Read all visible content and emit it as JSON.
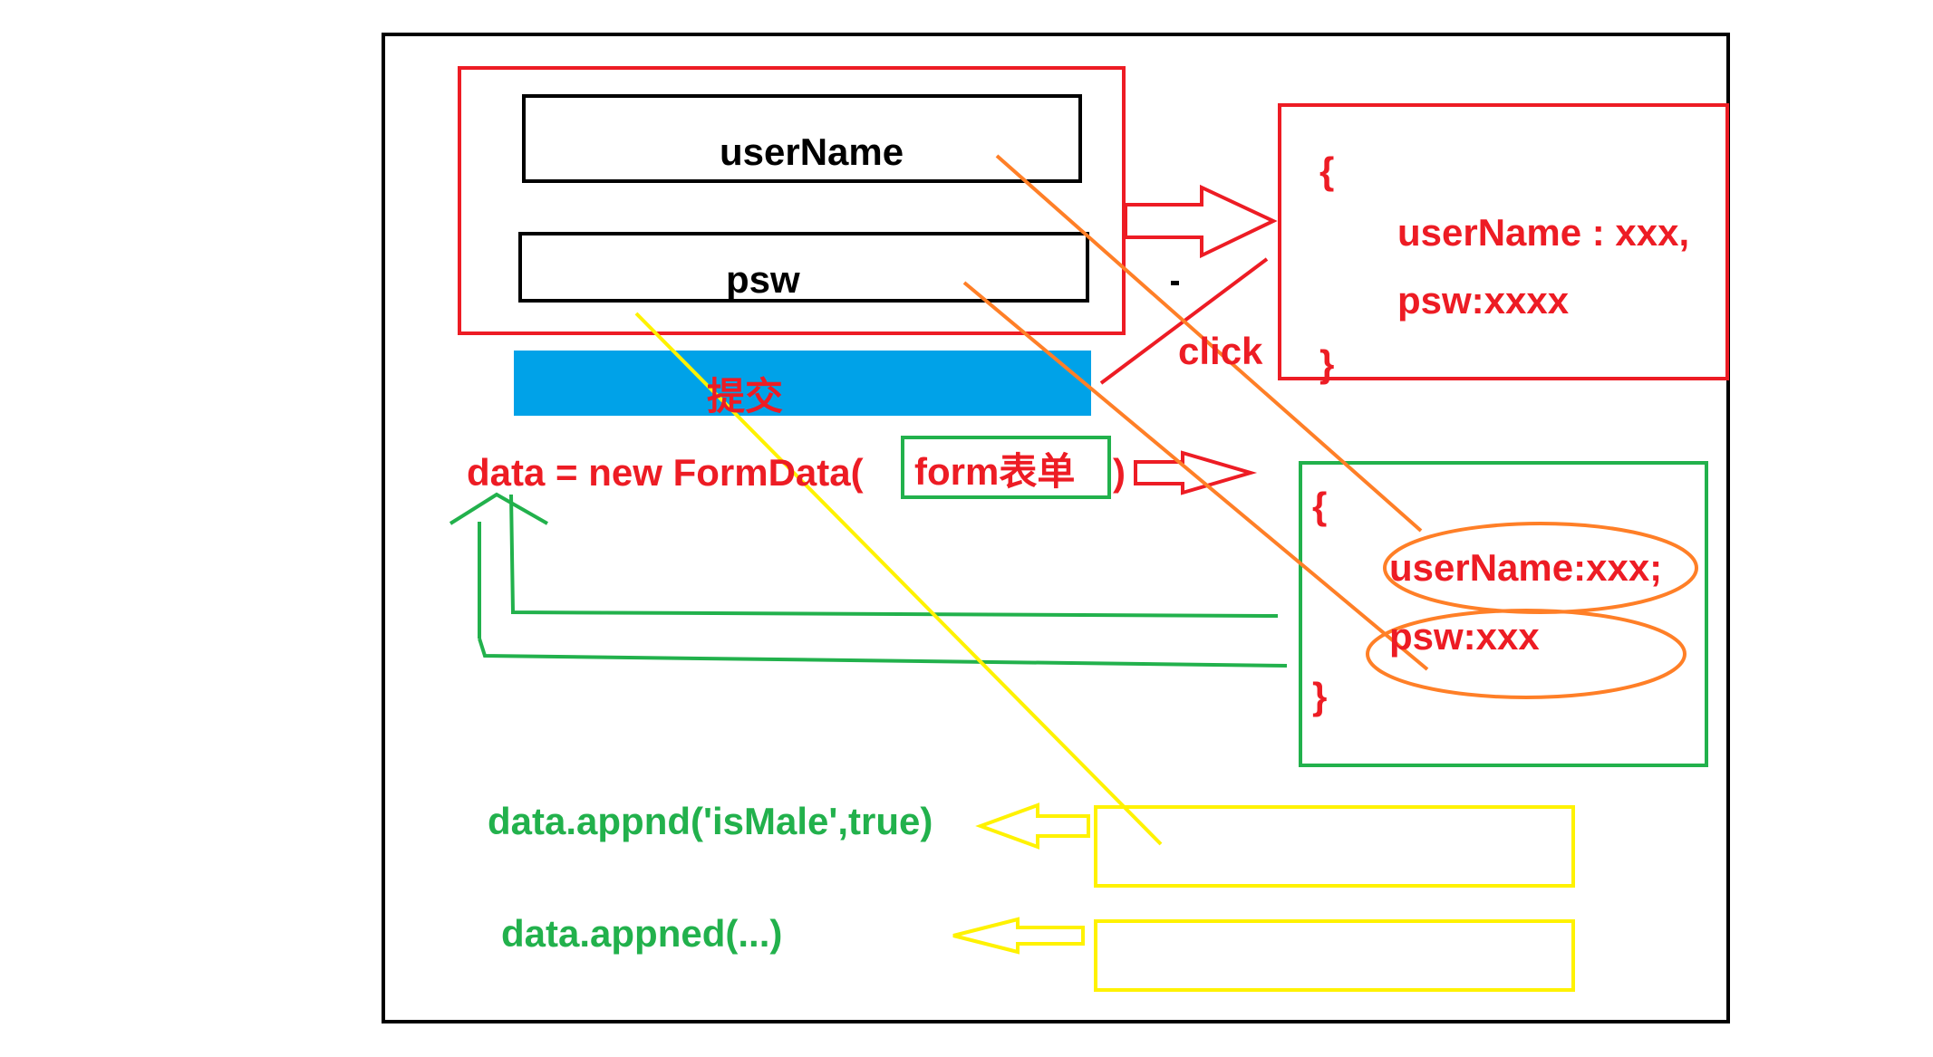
{
  "form": {
    "username_field": "userName",
    "password_field": "psw",
    "submit_button": "提交"
  },
  "event_label": "click",
  "json_object": {
    "open_brace": "{",
    "username_line": "userName : xxx,",
    "password_line": "psw:xxxx",
    "close_brace": "}"
  },
  "formdata_line": {
    "prefix": "data = new FormData(",
    "argument": "form表单",
    "suffix": ")"
  },
  "formdata_object": {
    "open_brace": "{",
    "username_entry": "userName:xxx;",
    "password_entry": "psw:xxx",
    "close_brace": "}"
  },
  "append_calls": [
    "data.appnd('isMale',true)",
    "data.appned(...)"
  ],
  "colors": {
    "red": "#ed1c24",
    "green": "#22b14c",
    "orange": "#ff7f27",
    "yellow": "#fff200",
    "blue": "#00a2e8",
    "black": "#000000"
  }
}
